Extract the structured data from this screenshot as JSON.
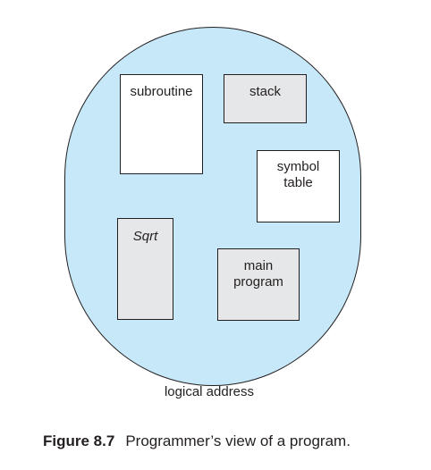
{
  "diagram": {
    "segments": {
      "subroutine": "subroutine",
      "stack": "stack",
      "symbol_table": "symbol\ntable",
      "sqrt": "Sqrt",
      "main_program": "main\nprogram"
    },
    "space_label": "logical address"
  },
  "caption": {
    "number": "Figure 8.7",
    "text": "Programmer’s view of a program."
  }
}
